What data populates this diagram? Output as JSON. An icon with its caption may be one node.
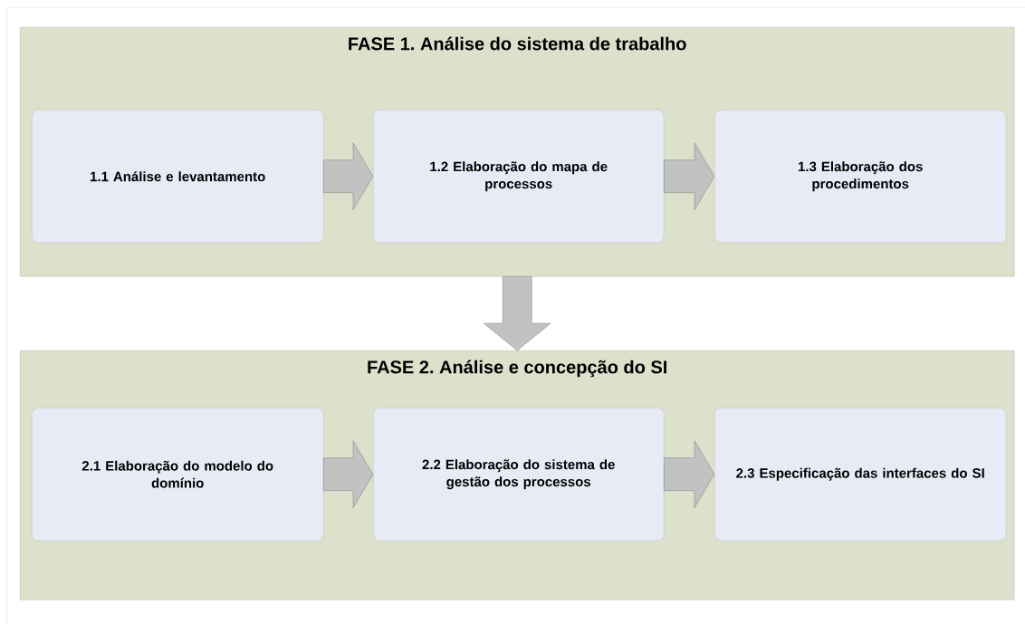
{
  "diagram": {
    "nodes": [
      {
        "text": [
          "FASE 1. Análise do sistema de trabalho"
        ]
      },
      {
        "text": [
          "1.1 Análise e levantamento"
        ],
        "in": 0
      },
      {
        "text": [
          "1.2 Elaboração do mapa de processos"
        ],
        "in": 0
      },
      {
        "text": [
          "1.3 Elaboração dos procedimentos"
        ],
        "in": 0
      },
      {
        "text": [
          "FASE 2. Análise e concepção do SI"
        ]
      },
      {
        "text": [
          "2.1 Elaboração do modelo do domínio"
        ],
        "in": 4
      },
      {
        "text": [
          "2.2 Elaboração do sistema de gestão dos processos"
        ],
        "in": 4
      },
      {
        "text": [
          "2.3 Especificação das interfaces do SI"
        ],
        "in": 4
      }
    ],
    "edges": [
      {
        "from": 1,
        "to": 2,
        "arrow": "to"
      },
      {
        "from": 2,
        "to": 3,
        "arrow": "to"
      },
      {
        "from": 0,
        "to": 4,
        "arrow": "to"
      },
      {
        "from": 5,
        "to": 6,
        "arrow": "to"
      },
      {
        "from": 6,
        "to": 7,
        "arrow": "to"
      }
    ]
  }
}
